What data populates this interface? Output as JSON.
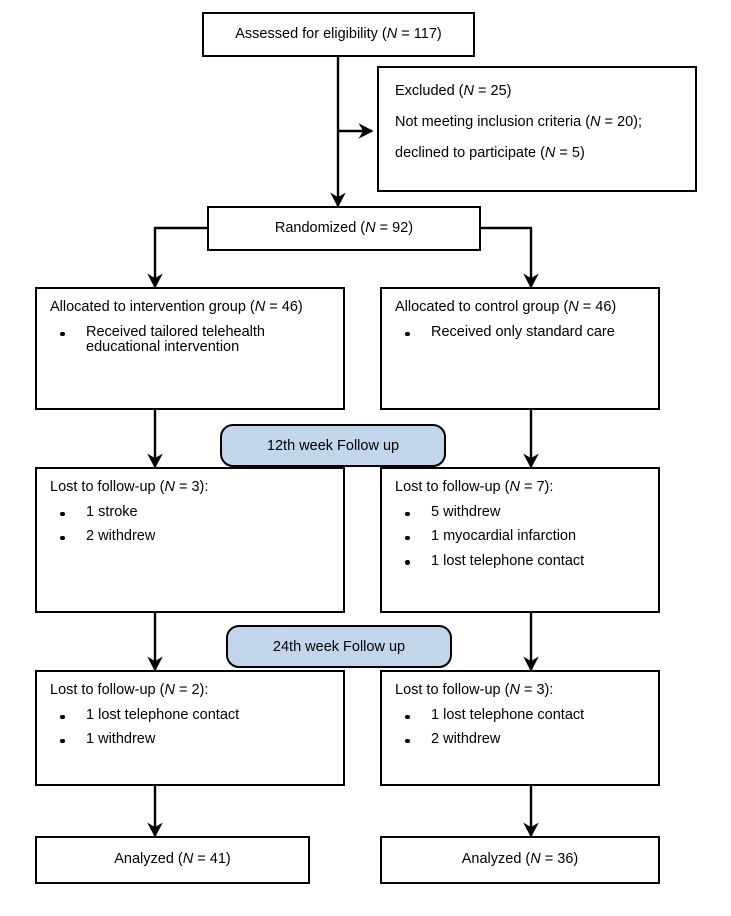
{
  "diagram": {
    "title": "CONSORT participant flow diagram",
    "colors": {
      "box_border": "#000000",
      "box_fill": "#ffffff",
      "badge_fill": "#c3d5ea",
      "background": "#ffffff",
      "text": "#000000"
    }
  },
  "nodes": {
    "assessed": {
      "text": "Assessed for eligibility (N = 117)",
      "label_plain": "Assessed for eligibility",
      "n": 117
    },
    "excluded": {
      "lines": [
        "Excluded (N = 25)",
        "Not meeting inclusion criteria (N = 20);",
        "declined to participate (N = 5)"
      ],
      "n": 25,
      "not_meeting_inclusion_criteria": 20,
      "declined_to_participate": 5
    },
    "randomized": {
      "text": "Randomized (N = 92)",
      "label_plain": "Randomized",
      "n": 92
    },
    "allocated_intervention": {
      "lead": "Allocated to intervention group (N = 46)",
      "n": 46,
      "bullets": [
        {
          "line1": "Received tailored telehealth",
          "line2": "educational intervention"
        }
      ]
    },
    "allocated_control": {
      "lead": "Allocated to control group (N = 46)",
      "n": 46,
      "bullets": [
        {
          "line1": "Received only standard care",
          "line2": ""
        }
      ]
    },
    "followup_12": {
      "text": "12th week Follow up"
    },
    "lost_12_intervention": {
      "lead": "Lost to follow-up (N = 3):",
      "n": 3,
      "bullets": [
        "1 stroke",
        "2 withdrew"
      ]
    },
    "lost_12_control": {
      "lead": "Lost to follow-up (N = 7):",
      "n": 7,
      "bullets": [
        "5 withdrew",
        "1 myocardial infarction",
        "1 lost telephone contact"
      ]
    },
    "followup_24": {
      "text": "24th week Follow up"
    },
    "lost_24_intervention": {
      "lead": "Lost to follow-up (N = 2):",
      "n": 2,
      "bullets": [
        "1 lost telephone contact",
        "1 withdrew"
      ]
    },
    "lost_24_control": {
      "lead": "Lost to follow-up (N = 3):",
      "n": 3,
      "bullets": [
        "1 lost telephone contact",
        "2 withdrew"
      ]
    },
    "analyzed_intervention": {
      "text": "Analyzed (N = 41)",
      "label_plain": "Analyzed",
      "n": 41
    },
    "analyzed_control": {
      "text": "Analyzed (N = 36)",
      "label_plain": "Analyzed",
      "n": 36
    }
  }
}
